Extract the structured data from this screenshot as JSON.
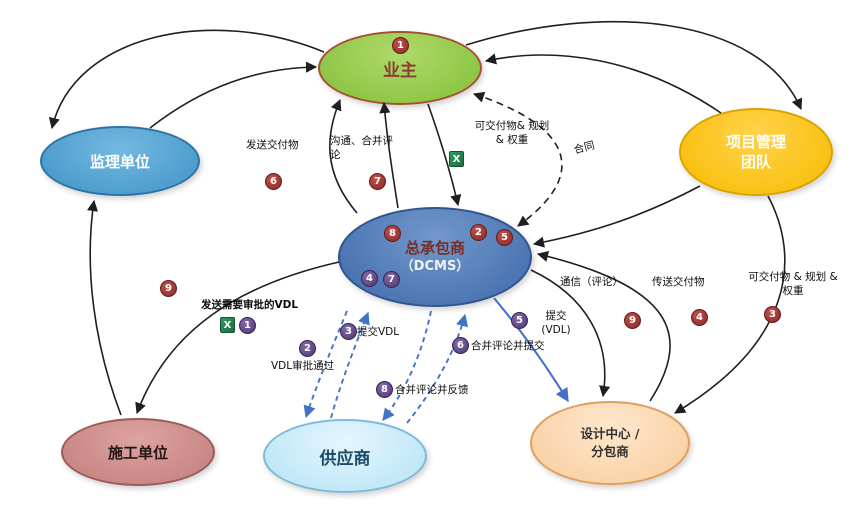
{
  "colors": {
    "owner_fill": "#8ec63f",
    "owner_border": "#a4502f",
    "supervision_fill": "#4a9ccc",
    "pmt_fill": "#ffc000",
    "dcms_fill": "#4a77b4",
    "construction_fill": "#cf8a8a",
    "supplier_fill": "#bfe7f9",
    "design_fill": "#fcd7ae",
    "badge_red": "#9e3a38",
    "badge_purple": "#5e497b",
    "arrow_black": "#1f1f1f",
    "arrow_blue": "#4472c4"
  },
  "nodes": {
    "owner": {
      "label": "业主",
      "badge": "1"
    },
    "supervision": {
      "label": "监理单位"
    },
    "pmt": {
      "line1": "项目管理",
      "line2": "团队"
    },
    "dcms": {
      "line1": "总承包商",
      "line2": "（DCMS）",
      "badges": {
        "b8": "8",
        "b2": "2",
        "b5": "5",
        "b4": "4",
        "b7": "7"
      }
    },
    "construction": {
      "label": "施工单位"
    },
    "supplier": {
      "label": "供应商"
    },
    "design": {
      "line1": "设计中心 /",
      "line2": "分包商"
    }
  },
  "edges": {
    "send_deliverables": {
      "label": "发送交付物",
      "badge": "6"
    },
    "comm_merge": {
      "label": "沟通、合并评论",
      "badge": "7"
    },
    "deliv_plan_top": {
      "line1": "可交付物& 规划",
      "line2": "& 权重"
    },
    "contract": {
      "label": "合同"
    },
    "comm_comment": {
      "label": "通信（评论）",
      "badge": "9"
    },
    "transfer_deliverables": {
      "label": "传送交付物",
      "badge": "4"
    },
    "deliv_plan_right": {
      "line1": "可交付物 & 规划 &",
      "line2": "权重",
      "badge": "3"
    },
    "send_vdl": {
      "label": "发送需要审批的VDL",
      "badge": "1"
    },
    "vdl_approved": {
      "label": "VDL审批通过",
      "badge": "2"
    },
    "submit_vdl": {
      "label": "提交VDL",
      "badge": "3"
    },
    "merge_submit": {
      "label": "合并评论并提交",
      "badge": "6"
    },
    "submit_vdl2": {
      "line1": "提交",
      "line2": "(VDL)",
      "badge": "5"
    },
    "merge_feedback": {
      "label": "合并评论并反馈",
      "badge": "8"
    },
    "left_loop": {
      "badge": "9"
    }
  },
  "icons": {
    "excel_glyph": "X"
  }
}
